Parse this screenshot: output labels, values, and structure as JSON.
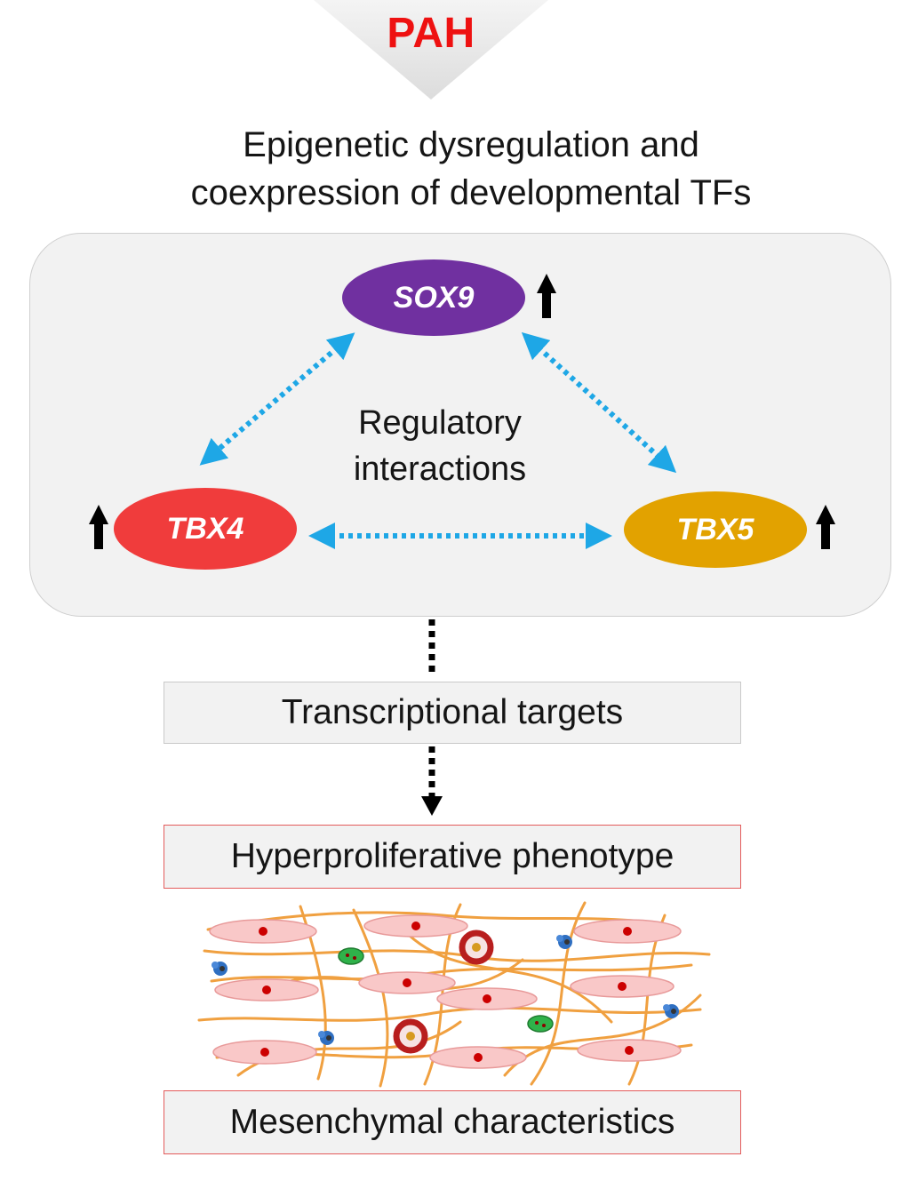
{
  "trigger": {
    "label": "PAH"
  },
  "heading": {
    "line1": "Epigenetic dysregulation and",
    "line2": "coexpression of developmental TFs"
  },
  "tf_panel": {
    "center_label_line1": "Regulatory",
    "center_label_line2": "interactions",
    "factors": [
      {
        "name": "SOX9",
        "color": "#7030a0",
        "trend": "up"
      },
      {
        "name": "TBX4",
        "color": "#f03c3c",
        "trend": "up"
      },
      {
        "name": "TBX5",
        "color": "#e2a200",
        "trend": "up"
      }
    ],
    "interaction_color": "#1ea7e6"
  },
  "targets": {
    "label": "Transcriptional targets"
  },
  "phenotype": {
    "label": "Hyperproliferative phenotype"
  },
  "mesenchymal": {
    "label": "Mesenchymal characteristics"
  },
  "colors": {
    "trigger": "#ee1111",
    "fiber": "#f0a040",
    "cell_body": "#f9c8c8",
    "nucleus": "#cc0000",
    "box_border_red": "#e35b5b"
  }
}
